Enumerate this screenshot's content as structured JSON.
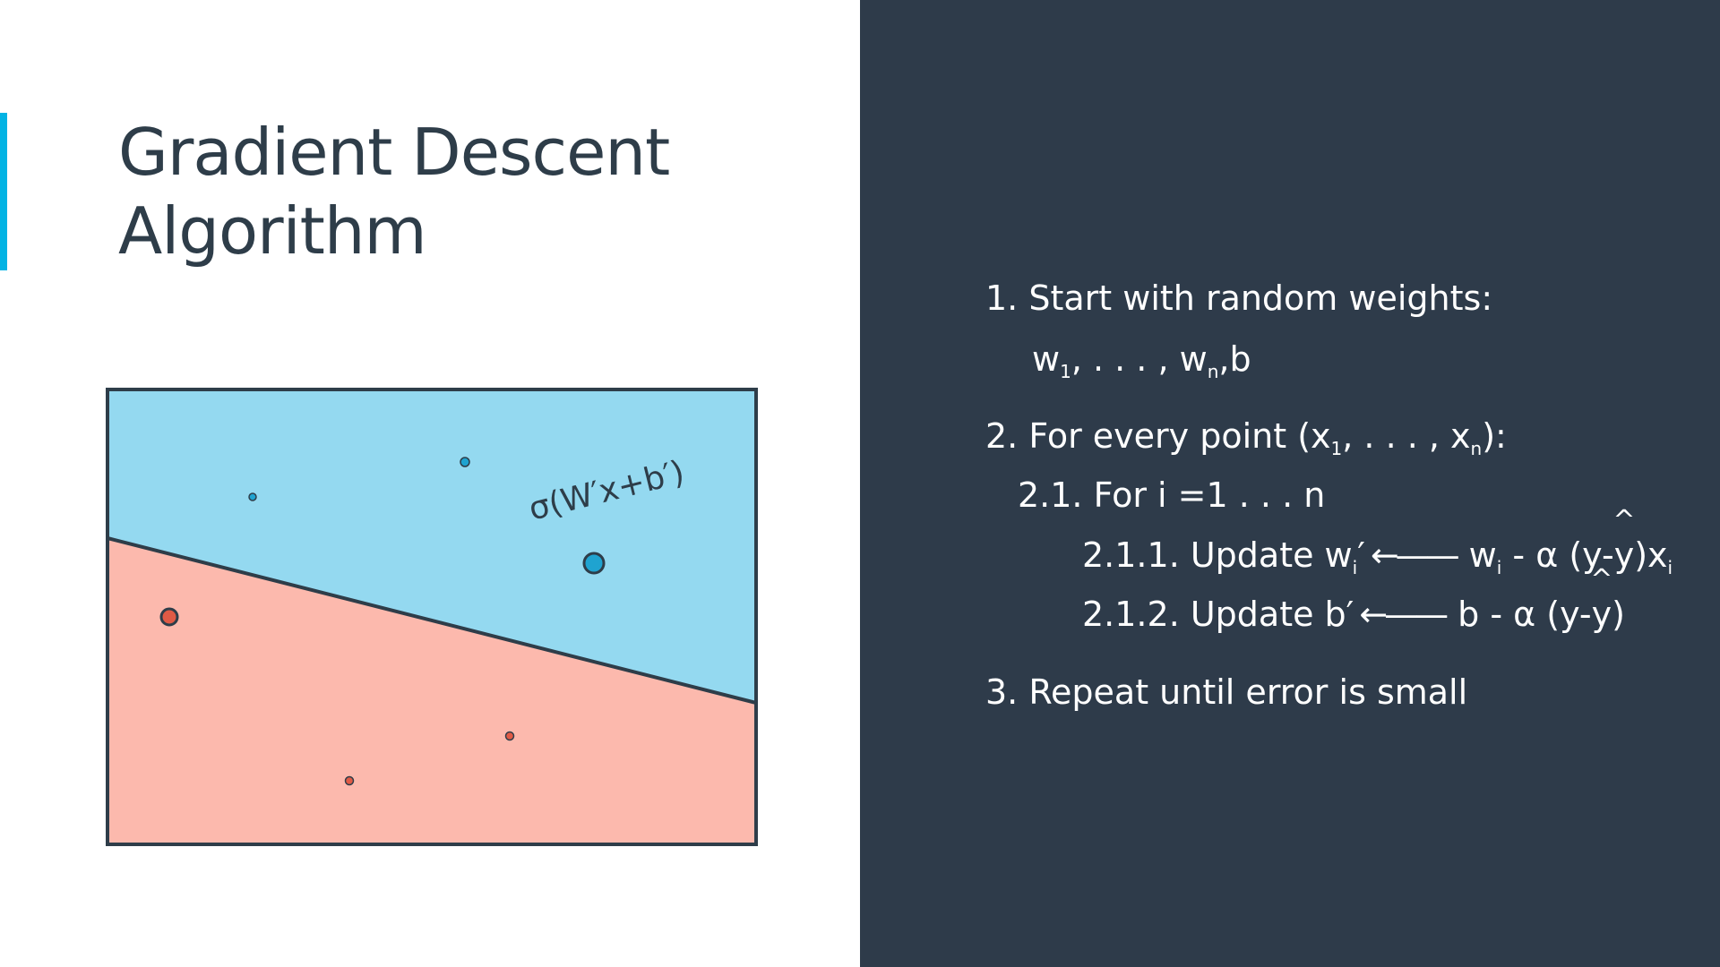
{
  "slide": {
    "title_line1": "Gradient Descent",
    "title_line2": "Algorithm",
    "accent_color": "#02b3e4",
    "left_background": "#ffffff",
    "right_background": "#2e3b4a"
  },
  "diagram": {
    "type": "classification-boundary",
    "boundary_label": "σ(W′x+b′)",
    "region_colors": {
      "positive": "#94d9f0",
      "negative": "#fcb9ad"
    },
    "point_colors": {
      "positive": "#1fa3d0",
      "negative": "#e05a45"
    },
    "points": [
      {
        "class": "positive",
        "size": "small"
      },
      {
        "class": "positive",
        "size": "small"
      },
      {
        "class": "positive",
        "size": "large"
      },
      {
        "class": "negative",
        "size": "large"
      },
      {
        "class": "negative",
        "size": "small"
      },
      {
        "class": "negative",
        "size": "small"
      }
    ]
  },
  "steps": {
    "s1": {
      "text": "1. Start with random weights:"
    },
    "s1b": {
      "w": "w",
      "sub1": "1",
      "mid": ", . . . , w",
      "subn": "n",
      "end": ",b"
    },
    "s2": {
      "prefix": "2. For every point (x",
      "sub1": "1",
      "mid": ", . . . , x",
      "subn": "n",
      "end": "):"
    },
    "s21": {
      "text": "2.1. For i =1 . . . n"
    },
    "s211": {
      "label": "2.1.1. Update w",
      "sub_i": "i",
      "prime": "′",
      "arrow": "←——",
      "rhs_w": "w",
      "rhs_sub_i": "i",
      "rhs_mid": " - α (y-",
      "yhat": "y",
      "hat": "^",
      "rhs_end": ")x",
      "rhs_end_sub": "i"
    },
    "s212": {
      "label": "2.1.2. Update b′",
      "arrow": "←——",
      "rhs_mid": "b - α (y-",
      "yhat": "y",
      "hat": "^",
      "rhs_end": ")"
    },
    "s3": {
      "text": "3. Repeat until error is small"
    }
  }
}
